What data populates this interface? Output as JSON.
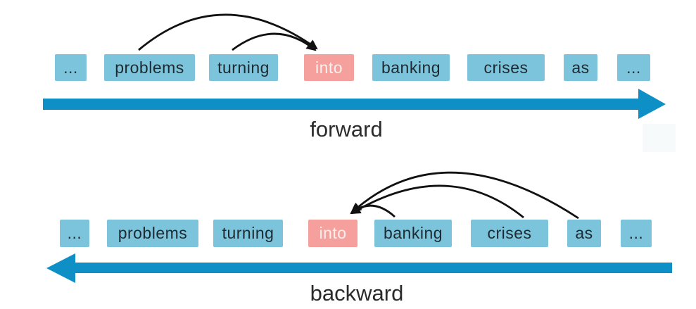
{
  "diagram": {
    "sentence": [
      "...",
      "problems",
      "turning",
      "into",
      "banking",
      "crises",
      "as",
      "..."
    ],
    "highlight_word": "into",
    "forward_label": "forward",
    "backward_label": "backward",
    "forward_arcs": [
      {
        "from": "problems",
        "to": "into"
      },
      {
        "from": "turning",
        "to": "into"
      }
    ],
    "backward_arcs": [
      {
        "from": "banking",
        "to": "into"
      },
      {
        "from": "crises",
        "to": "into"
      },
      {
        "from": "as",
        "to": "into"
      }
    ]
  },
  "colors": {
    "word_box_blue": "#7cc3dc",
    "highlight_box_pink": "#f5a09c",
    "direction_arrow_blue": "#0e90c6",
    "arc_stroke_black": "#111111",
    "box_text_dark": "#1e2a30",
    "highlight_text_light": "#fdf0ee",
    "label_text": "#2b2b2b"
  }
}
